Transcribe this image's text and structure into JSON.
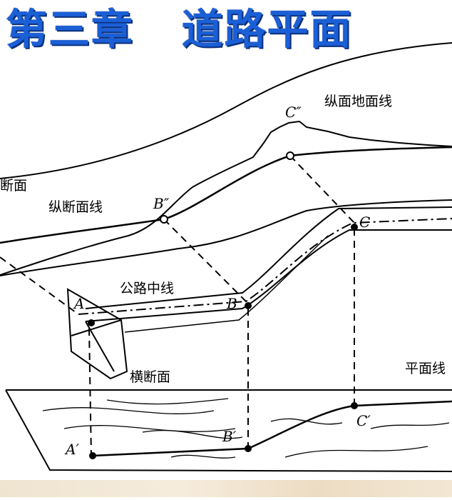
{
  "title": "第三章   道路平面",
  "labels": {
    "profile_ground_line": "纵面地面线",
    "profile_section_partial": "断面",
    "profile_line": "纵断面线",
    "road_centerline": "公路中线",
    "cross_section": "横断面",
    "plan_line_partial": "平面线"
  },
  "points": {
    "a": "A",
    "b": "B",
    "c": "C",
    "a_prime": "A′",
    "b_prime": "B′",
    "c_prime": "C′",
    "b_double": "B″",
    "c_double": "C″"
  },
  "colors": {
    "title": "#1b5fd6",
    "title_shadow": "#0b2f7a",
    "footer": "#f0e4cf"
  }
}
